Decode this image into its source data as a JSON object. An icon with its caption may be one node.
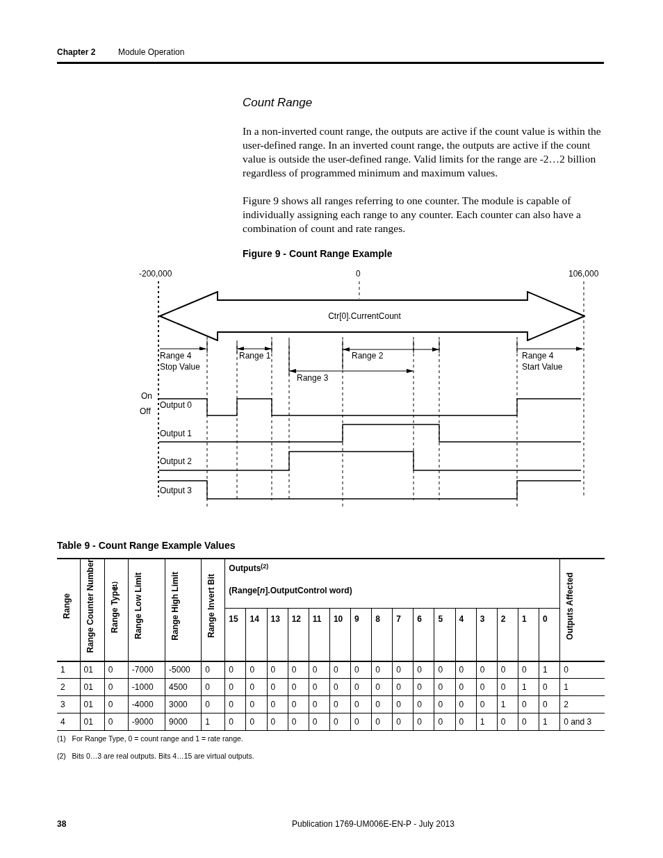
{
  "diagram": {
    "title": "Figure 9 - Count Range Example",
    "nodes": [
      {
        "text": [
          "Ctr[0].CurrentCount"
        ]
      }
    ],
    "edges": [],
    "labels": [
      "Chapter 2",
      "Module Operation",
      "Count Range",
      "In a non-inverted count range, the outputs are active if the count value is within the user-defined range. In an inverted count range, the outputs are active if the count value is outside the user-defined range. Valid limits for the range are -2…2 billion regardless of programmed minimum and maximum values.",
      "Figure 9 shows all ranges referring to one counter. The module is capable of individually assigning each range to any counter. Each counter can also have a combination of count and rate ranges.",
      "-200,000",
      "0",
      "106,000",
      "Range 4 Stop Value",
      "Range 1",
      "Range 2",
      "Range 4 Start Value",
      "Range 3",
      "On",
      "Off",
      "Output 0",
      "Output 1",
      "Output 2",
      "Output 3",
      "Table 9 - Count Range Example Values",
      "Range",
      "Range Counter Number",
      "Range Type$^{(1)}$",
      "Range Low Limit",
      "Range High Limit",
      "Range Invert Bit",
      "Outputs$^{(2)}$",
      "(Range[*n*].OutputControl word)",
      "Outputs Affected",
      "15",
      "14",
      "13",
      "12",
      "11",
      "10",
      "9",
      "8",
      "7",
      "6",
      "5",
      "4",
      "3",
      "2",
      "1",
      "0",
      "1",
      "01",
      "0",
      "-7000",
      "-5000",
      "0",
      "0",
      "0",
      "0",
      "0",
      "0",
      "0",
      "0",
      "0",
      "0",
      "0",
      "0",
      "0",
      "0",
      "0",
      "0",
      "1",
      "0",
      "2",
      "01",
      "0",
      "-1000",
      "4500",
      "0",
      "0",
      "0",
      "0",
      "0",
      "0",
      "0",
      "0",
      "0",
      "0",
      "0",
      "0",
      "0",
      "0",
      "0",
      "1",
      "0",
      "1",
      "3",
      "01",
      "0",
      "-4000",
      "3000",
      "0",
      "0",
      "0",
      "0",
      "0",
      "0",
      "0",
      "0",
      "0",
      "0",
      "0",
      "0",
      "0",
      "0",
      "1",
      "0",
      "0",
      "2",
      "4",
      "01",
      "0",
      "-9000",
      "9000",
      "1",
      "0",
      "0",
      "0",
      "0",
      "0",
      "0",
      "0",
      "0",
      "0",
      "0",
      "0",
      "0",
      "1",
      "0",
      "0",
      "1",
      "0 and 3",
      "(1)   For Range Type, 0 = count range and 1 = rate range.",
      "(2)   Bits 0…3 are real outputs. Bits 4…15 are virtual outputs.",
      "38",
      "Publication 1769-UM006E-EN-P - July 2013"
    ]
  }
}
